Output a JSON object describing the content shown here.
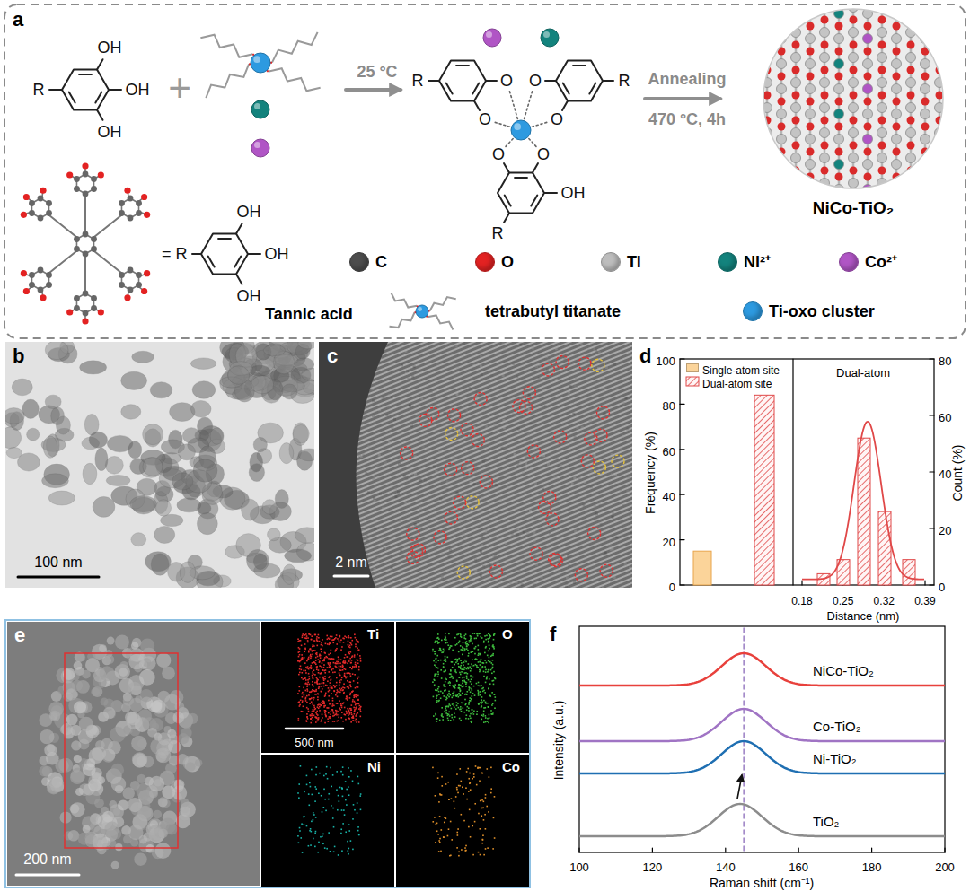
{
  "diagram": {
    "labels": [
      "a",
      "OH",
      "R",
      "OH",
      "OH",
      "+",
      "25 °C",
      "R",
      "O",
      "O",
      "O",
      "O",
      "R",
      "O",
      "O",
      "OH",
      "R",
      "Annealing",
      "470 °C, 4h",
      "NiCo-TiO₂",
      "= R",
      "OH",
      "OH",
      "OH",
      "Tannic acid",
      "b",
      "100 nm",
      "c",
      "2 nm",
      "d",
      "Frequency (%)",
      "100",
      "80",
      "60",
      "40",
      "20",
      "0",
      "Dual-atom",
      "Count (%)",
      "80",
      "60",
      "40",
      "20",
      "0",
      "0.18",
      "0.25",
      "0.32",
      "0.39",
      "Distance (nm)",
      "e",
      "200 nm",
      "Ti",
      "O",
      "Ni",
      "Co",
      "500 nm",
      "f",
      "NiCo-TiO₂",
      "Co-TiO₂",
      "Ni-TiO₂",
      "TiO₂",
      "Intensity (a.u.)",
      "100",
      "120",
      "140",
      "160",
      "180",
      "200",
      "Raman shift (cm⁻¹)"
    ],
    "legend": [
      {
        "text": "C",
        "color": "#4d4d4d"
      },
      {
        "text": "O",
        "color": "#e32222"
      },
      {
        "text": "Ti",
        "color": "#bdbdbd"
      },
      {
        "text": "Ni²⁺",
        "color": "#13837d"
      },
      {
        "text": "Co²⁺",
        "color": "#b055c5"
      },
      {
        "text": "tetrabutyl titanate"
      },
      {
        "text": "Ti-oxo cluster",
        "color": "#2d9ae0"
      },
      {
        "text": "Single-atom site",
        "color": "#fbd49a"
      },
      {
        "text": "Dual-atom site"
      }
    ]
  }
}
